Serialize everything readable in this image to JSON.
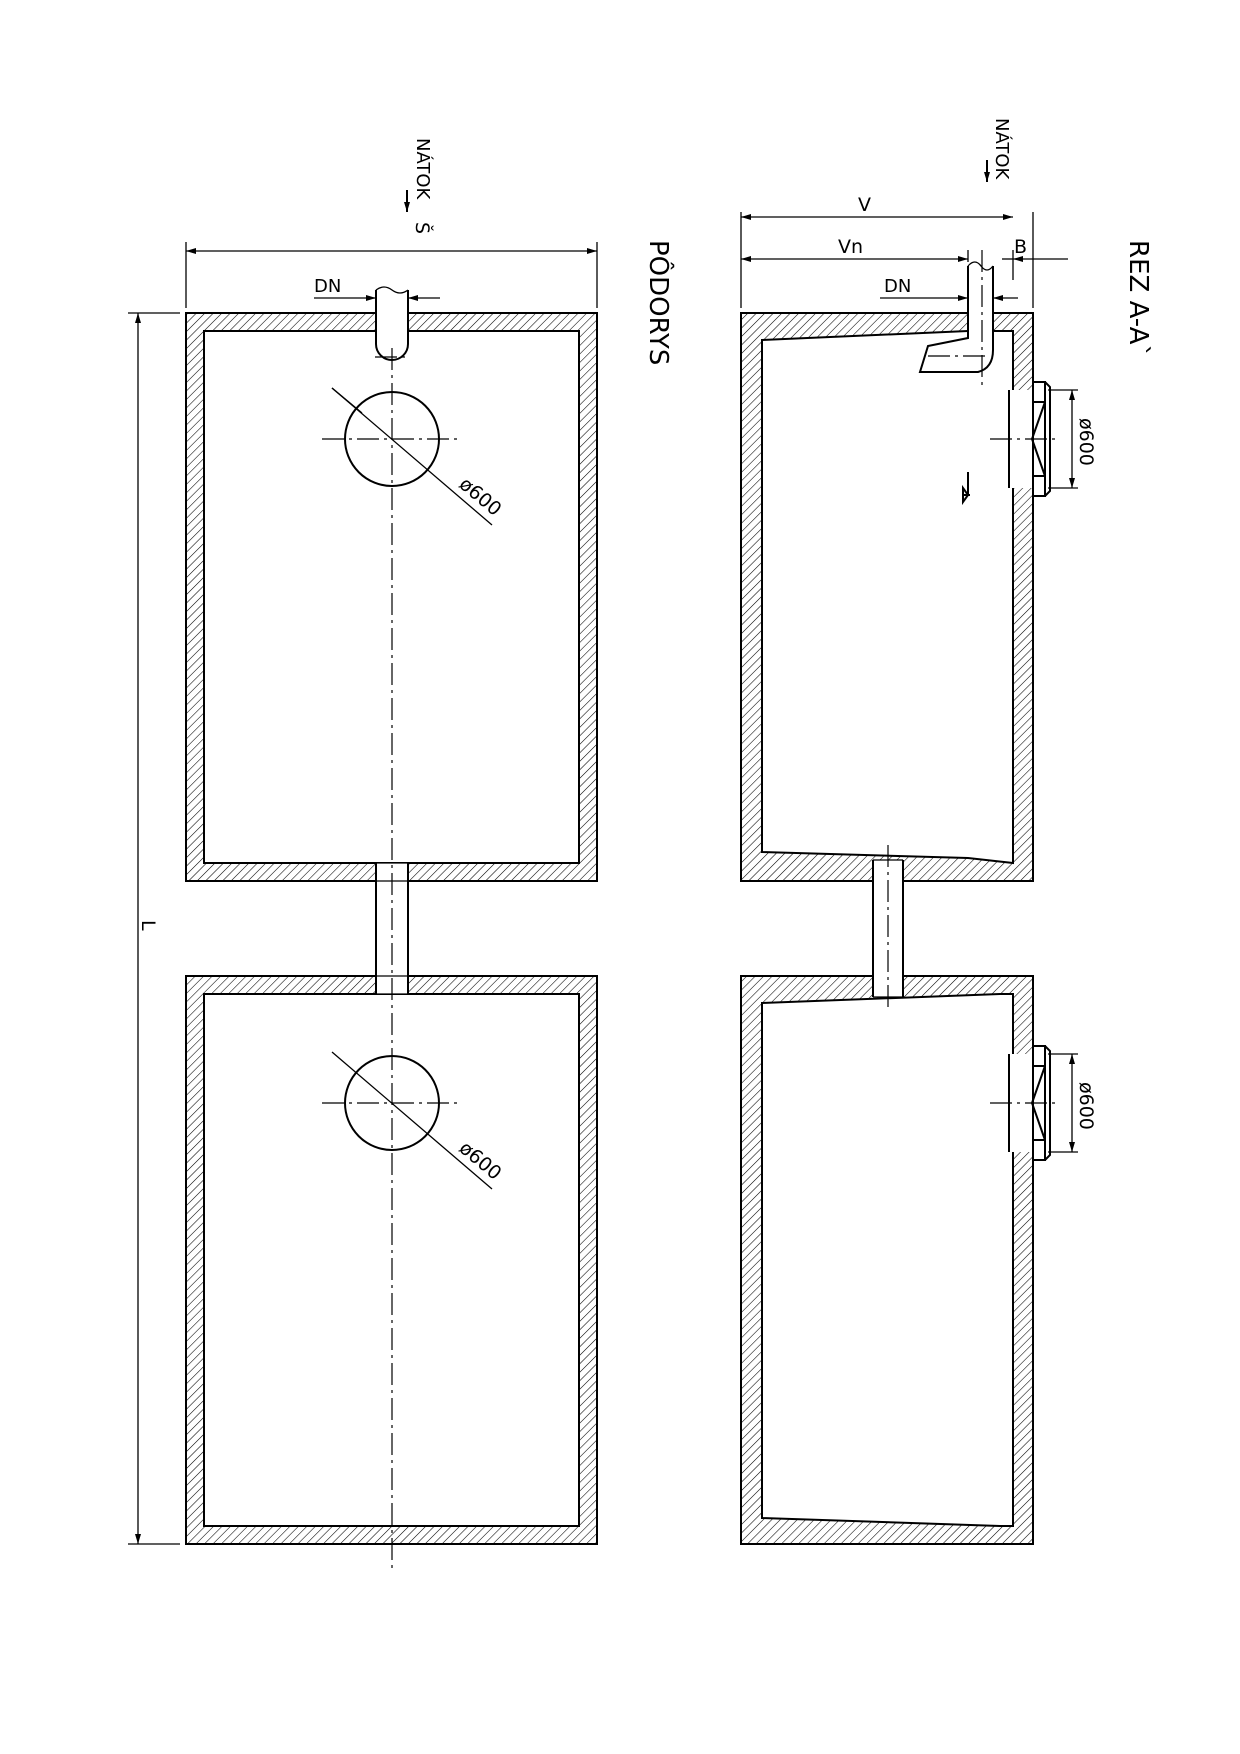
{
  "plan": {
    "title": "PÔDORYS",
    "inflow_label": "NÁTOK",
    "width_label": "Š",
    "length_label": "L",
    "pipe_label": "DN",
    "manhole_1_label": "ø600",
    "manhole_2_label": "ø600"
  },
  "section": {
    "title": "REZ  A-A`",
    "inflow_label": "NÁTOK",
    "height_label": "V",
    "inlet_height_label": "Vn",
    "pipe_label": "DN",
    "offset_label": "B",
    "manhole_1_label": "ø600",
    "manhole_2_label": "ø600"
  }
}
